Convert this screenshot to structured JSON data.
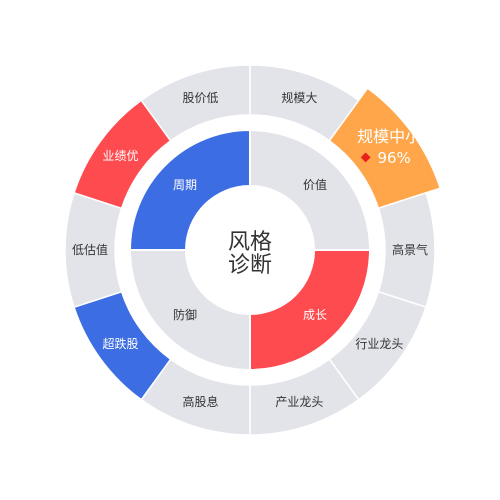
{
  "chart_data": {
    "type": "sunburst",
    "center": {
      "line1": "风格",
      "line2": "诊断"
    },
    "inner_ring": [
      {
        "label": "价值",
        "state": "neutral"
      },
      {
        "label": "成长",
        "state": "red"
      },
      {
        "label": "防御",
        "state": "neutral"
      },
      {
        "label": "周期",
        "state": "blue"
      }
    ],
    "outer_ring": [
      {
        "label": "规模大",
        "state": "neutral"
      },
      {
        "label": "规模中小",
        "state": "highlight",
        "value": "96%"
      },
      {
        "label": "高景气",
        "state": "neutral"
      },
      {
        "label": "行业龙头",
        "state": "neutral"
      },
      {
        "label": "产业龙头",
        "state": "neutral"
      },
      {
        "label": "高股息",
        "state": "neutral"
      },
      {
        "label": "超跌股",
        "state": "blue"
      },
      {
        "label": "低估值",
        "state": "neutral"
      },
      {
        "label": "业绩优",
        "state": "red"
      },
      {
        "label": "股价低",
        "state": "neutral"
      }
    ],
    "colors": {
      "neutral": "#e3e4ea",
      "red": "#fd4b4f",
      "blue": "#3d6de2",
      "highlight": "#ffa64a",
      "text_dark": "#333333",
      "text_light": "#ffffff",
      "marker": "#e8211c"
    }
  }
}
